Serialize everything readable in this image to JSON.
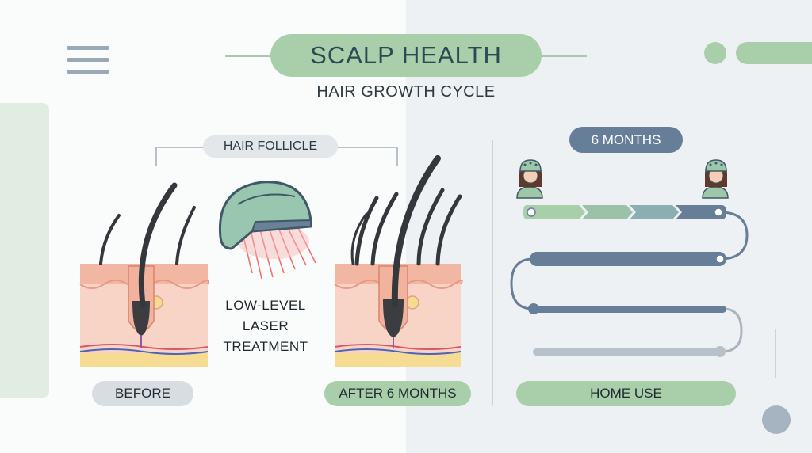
{
  "header": {
    "title": "SCALP HEALTH",
    "subtitle": "HAIR GROWTH CYCLE"
  },
  "labels": {
    "hair_follicle": "HAIR FOLLICLE",
    "laser_line1": "LOW-LEVEL",
    "laser_line2": "LASER",
    "laser_line3": "TREATMENT",
    "before": "BEFORE",
    "after": "AFTER 6 MONTHS",
    "months": "6 MONTHS",
    "home_use": "HOME USE"
  },
  "icons": {
    "menu": "hamburger-menu-icon",
    "helmet": "laser-helmet-icon",
    "user": "person-with-helmet-icon"
  },
  "colors": {
    "accent_green": "#a8cfa9",
    "accent_blue": "#667e98",
    "skin": "#f7c9b6",
    "fat": "#f6dc93",
    "laser": "#f05a5a"
  }
}
